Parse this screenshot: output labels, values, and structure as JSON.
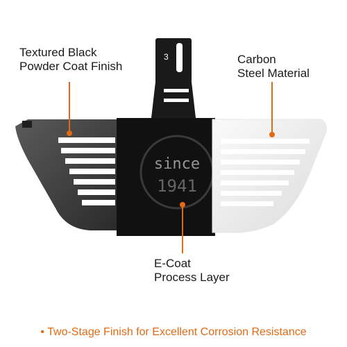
{
  "callouts": {
    "textured": {
      "line1": "Textured Black",
      "line2": "Powder Coat Finish"
    },
    "carbon": {
      "line1": "Carbon",
      "line2": "Steel Material"
    },
    "ecoat": {
      "line1": "E-Coat",
      "line2": "Process Layer"
    }
  },
  "footer": {
    "bullet": "•",
    "text": "Two-Stage Finish for Excellent Corrosion Resistance"
  },
  "product": {
    "bracket_number": "3",
    "logo_line1": "since",
    "logo_line2": "1941"
  },
  "colors": {
    "accent": "#e26a12",
    "textured_black": "#3a3a3a",
    "ecoat_black": "#111111",
    "steel_white": "#eeeeee"
  }
}
